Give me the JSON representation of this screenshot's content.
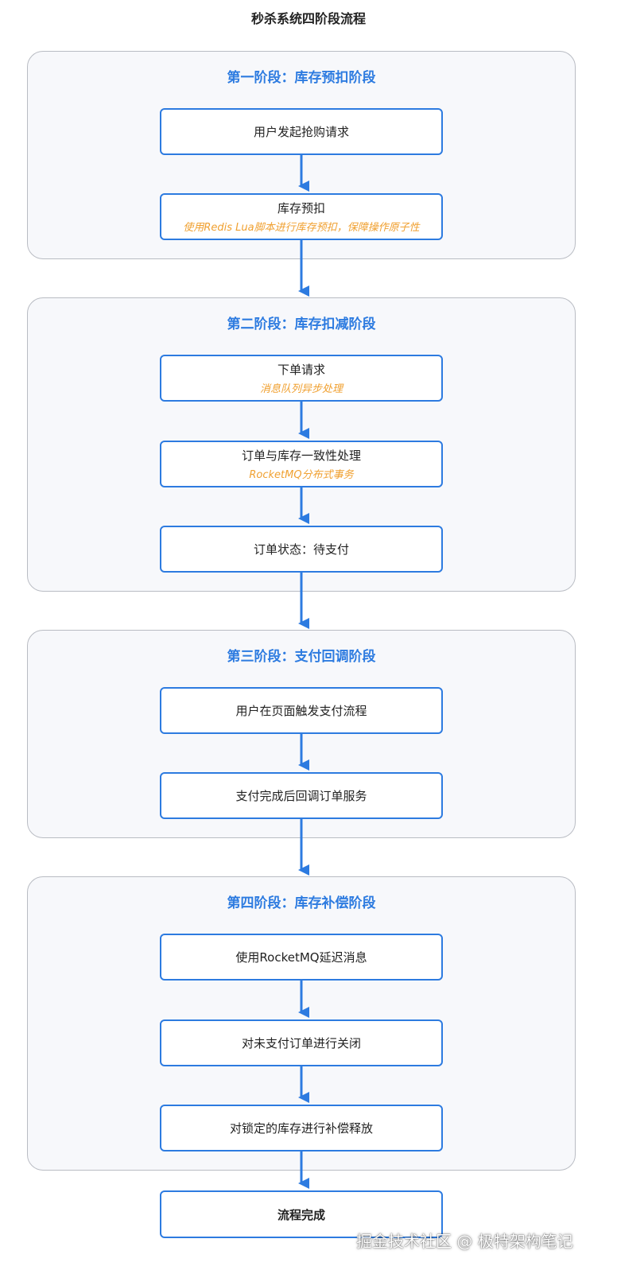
{
  "title": "秒杀系统四阶段流程",
  "stages": [
    {
      "title": "第一阶段：库存预扣阶段",
      "steps": [
        {
          "label": "用户发起抢购请求",
          "note": ""
        },
        {
          "label": "库存预扣",
          "note": "使用Redis Lua脚本进行库存预扣，保障操作原子性"
        }
      ]
    },
    {
      "title": "第二阶段：库存扣减阶段",
      "steps": [
        {
          "label": "下单请求",
          "note": "消息队列异步处理"
        },
        {
          "label": "订单与库存一致性处理",
          "note": "RocketMQ分布式事务"
        },
        {
          "label": "订单状态：待支付",
          "note": ""
        }
      ]
    },
    {
      "title": "第三阶段：支付回调阶段",
      "steps": [
        {
          "label": "用户在页面触发支付流程",
          "note": ""
        },
        {
          "label": "支付完成后回调订单服务",
          "note": ""
        }
      ]
    },
    {
      "title": "第四阶段：库存补偿阶段",
      "steps": [
        {
          "label": "使用RocketMQ延迟消息",
          "note": ""
        },
        {
          "label": "对未支付订单进行关闭",
          "note": ""
        },
        {
          "label": "对锁定的库存进行补偿释放",
          "note": ""
        }
      ]
    }
  ],
  "final": {
    "label": "流程完成"
  },
  "watermark": "掘金技术社区 @ 极特架构笔记",
  "colors": {
    "accent": "#2d7be0",
    "note": "#f0a030",
    "stage_bg": "#f7f8fb",
    "stage_border": "#b9bcc3"
  }
}
